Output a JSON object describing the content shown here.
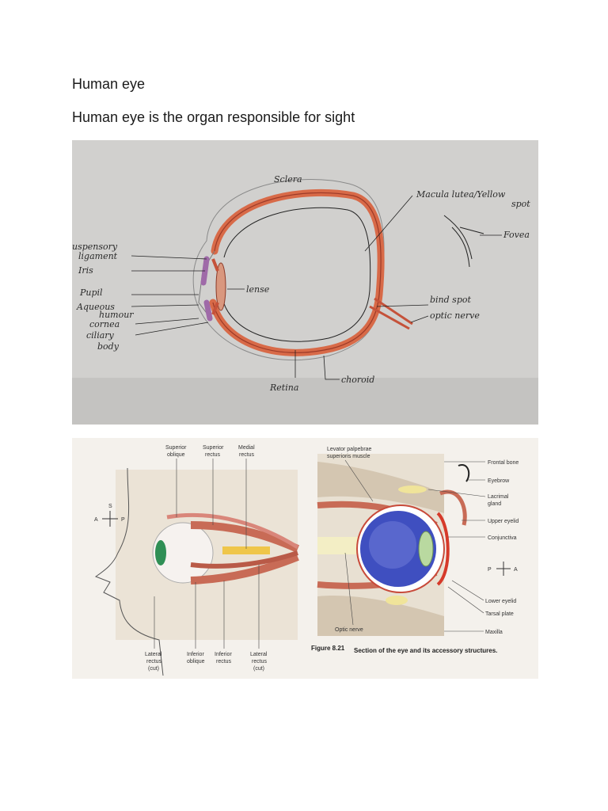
{
  "doc": {
    "title": "Human eye",
    "subtitle": "Human eye is the organ responsible for sight"
  },
  "diagram1": {
    "labels": {
      "sclera": "Sclera",
      "macula": "Macula lutea/Yellow",
      "macula2": "spot",
      "fovea": "Fovea",
      "suspensory": "uspensory",
      "ligament": "ligament",
      "iris": "Iris",
      "pupil": "Pupil",
      "aqueous": "Aqueous",
      "humour": "humour",
      "cornea": "cornea",
      "ciliary": "ciliary",
      "body": "body",
      "lense": "lense",
      "blindspot": "bind spot",
      "opticnerve": "optic nerve",
      "retina": "Retina",
      "choroid": "choroid"
    }
  },
  "diagram2": {
    "labels": {
      "superior_oblique": "Superior",
      "superior_oblique2": "oblique",
      "superior_rectus": "Superior",
      "superior_rectus2": "rectus",
      "medial_rectus": "Medial",
      "medial_rectus2": "rectus",
      "levator": "Levator palpebrae",
      "levator2": "superioris muscle",
      "frontal_bone": "Frontal bone",
      "eyebrow": "Eyebrow",
      "lacrimal": "Lacrimal",
      "lacrimal2": "gland",
      "upper_eyelid": "Upper eyelid",
      "conjunctiva": "Conjunctiva",
      "lower_eyelid": "Lower eyelid",
      "tarsal_plate": "Tarsal plate",
      "maxilla": "Maxilla",
      "optic_nerve": "Optic nerve",
      "lateral_rectus": "Lateral",
      "lateral_rectus2": "rectus",
      "lateral_rectus3": "(cut)",
      "inferior_oblique": "Inferior",
      "inferior_oblique2": "oblique",
      "inferior_rectus": "Inferior",
      "inferior_rectus2": "rectus",
      "lateral_rectus_b": "Lateral",
      "lateral_rectus_b2": "rectus",
      "lateral_rectus_b3": "(cut)",
      "compass_s": "S",
      "compass_a": "A",
      "compass_p": "P",
      "compass2_p": "P",
      "compass2_a": "A",
      "figure_num": "Figure 8.21",
      "figure_caption": "Section of the eye and its accessory structures."
    }
  }
}
